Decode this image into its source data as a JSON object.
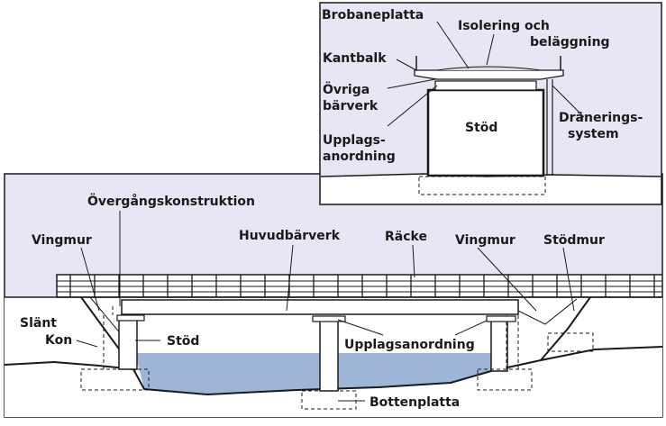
{
  "main_view": {
    "labels": {
      "overgang": "Övergångskonstruktion",
      "vingmur_left": "Vingmur",
      "huvudbarverk": "Huvudbärverk",
      "racke": "Räcke",
      "vingmur_right": "Vingmur",
      "stodmur": "Stödmur",
      "slant": "Slänt",
      "kon": "Kon",
      "stod": "Stöd",
      "upplagsanordning": "Upplagsanordning",
      "bottenplatta": "Bottenplatta"
    }
  },
  "section_view": {
    "labels": {
      "brobaneplatta": "Brobaneplatta",
      "isolering_line1": "Isolering och",
      "isolering_line2": "beläggning",
      "kantbalk": "Kantbalk",
      "ovriga_line1": "Övriga",
      "ovriga_line2": "bärverk",
      "upplags_line1": "Upplags-",
      "upplags_line2": "anordning",
      "stod": "Stöd",
      "dranerings_line1": "Dränerings-",
      "dranerings_line2": "system"
    }
  },
  "colors": {
    "background": "#e6e6f4",
    "water": "#9db5d6",
    "line": "#1a1a1a"
  }
}
